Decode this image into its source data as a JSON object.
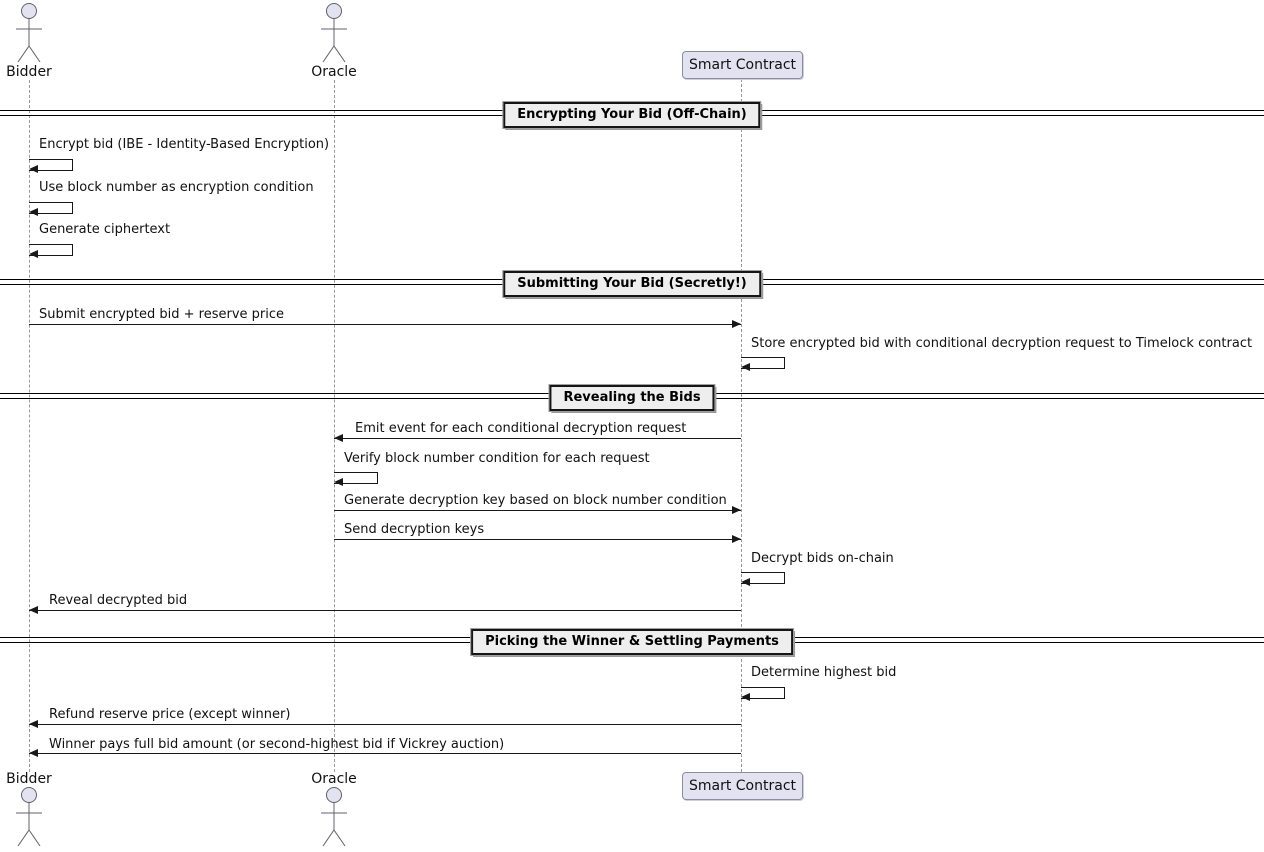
{
  "participants": [
    {
      "name": "Bidder",
      "kind": "actor"
    },
    {
      "name": "Oracle",
      "kind": "actor"
    },
    {
      "name": "Smart Contract",
      "kind": "participant"
    }
  ],
  "dividers": [
    {
      "label": "Encrypting Your Bid (Off-Chain)"
    },
    {
      "label": "Submitting Your Bid (Secretly!)"
    },
    {
      "label": "Revealing the Bids"
    },
    {
      "label": "Picking the Winner & Settling Payments"
    }
  ],
  "messages": [
    {
      "from": "Bidder",
      "to": "Bidder",
      "kind": "self",
      "text": "Encrypt bid (IBE - Identity-Based Encryption)"
    },
    {
      "from": "Bidder",
      "to": "Bidder",
      "kind": "self",
      "text": "Use block number as encryption condition"
    },
    {
      "from": "Bidder",
      "to": "Bidder",
      "kind": "self",
      "text": "Generate ciphertext"
    },
    {
      "from": "Bidder",
      "to": "Smart Contract",
      "kind": "arrow",
      "text": "Submit encrypted bid + reserve price"
    },
    {
      "from": "Smart Contract",
      "to": "Smart Contract",
      "kind": "self",
      "text": "Store encrypted bid with conditional decryption request to Timelock contract"
    },
    {
      "from": "Smart Contract",
      "to": "Oracle",
      "kind": "arrow",
      "text": "Emit event for each conditional decryption request"
    },
    {
      "from": "Oracle",
      "to": "Oracle",
      "kind": "self",
      "text": "Verify block number condition for each request"
    },
    {
      "from": "Oracle",
      "to": "Smart Contract",
      "kind": "arrow",
      "text": "Generate decryption key based on block number condition"
    },
    {
      "from": "Oracle",
      "to": "Smart Contract",
      "kind": "arrow",
      "text": "Send decryption keys"
    },
    {
      "from": "Smart Contract",
      "to": "Smart Contract",
      "kind": "self",
      "text": "Decrypt bids on-chain"
    },
    {
      "from": "Smart Contract",
      "to": "Bidder",
      "kind": "arrow",
      "text": "Reveal decrypted bid"
    },
    {
      "from": "Smart Contract",
      "to": "Smart Contract",
      "kind": "self",
      "text": "Determine highest bid"
    },
    {
      "from": "Smart Contract",
      "to": "Bidder",
      "kind": "arrow",
      "text": "Refund reserve price (except winner)"
    },
    {
      "from": "Smart Contract",
      "to": "Bidder",
      "kind": "arrow",
      "text": "Winner pays full bid amount (or second-highest bid if Vickrey auction)"
    }
  ],
  "colors": {
    "participant_fill": "#E2E2F0",
    "participant_border": "#8c8c9e",
    "divider_fill": "#EEEEEE",
    "divider_border": "#151515",
    "message_line": "#181818",
    "lifeline": "#999999",
    "text": "#111111"
  }
}
